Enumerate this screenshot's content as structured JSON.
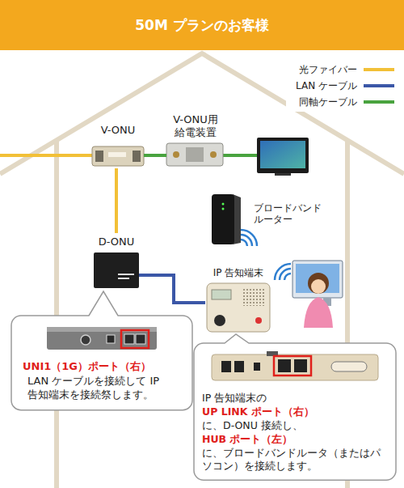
{
  "diagram": {
    "title": "50M プランのお客様",
    "nodes": [
      {
        "text": [
          "V-ONU"
        ]
      },
      {
        "text": [
          "V-ONU用 給電装置"
        ]
      },
      {
        "text": [
          "ブロードバンド ルーター"
        ]
      },
      {
        "text": [
          "D-ONU"
        ]
      },
      {
        "text": [
          "IP 告知端末"
        ]
      },
      {
        "text": [
          "UNI1（1G）ポート（右）",
          "LAN ケーブルを接続して IP 告知端末を接続祭します。"
        ]
      },
      {
        "text": [
          "IP 告知端末の",
          "UP LINK ポート（右）",
          "に、D-ONU 接続し、",
          "HUB ポート（左）",
          "に、ブロードバンドルータ（またはパソコン）を接続します。"
        ]
      }
    ],
    "edges": [
      {
        "from": 0,
        "to": 3,
        "arrow": "none"
      },
      {
        "from": 0,
        "to": 1,
        "arrow": "none"
      },
      {
        "from": 3,
        "to": 4,
        "arrow": "none"
      }
    ],
    "legend": [
      {
        "text": "光ファイバー"
      },
      {
        "text": "LAN ケーブル"
      },
      {
        "text": "同軸ケーブル"
      }
    ]
  }
}
